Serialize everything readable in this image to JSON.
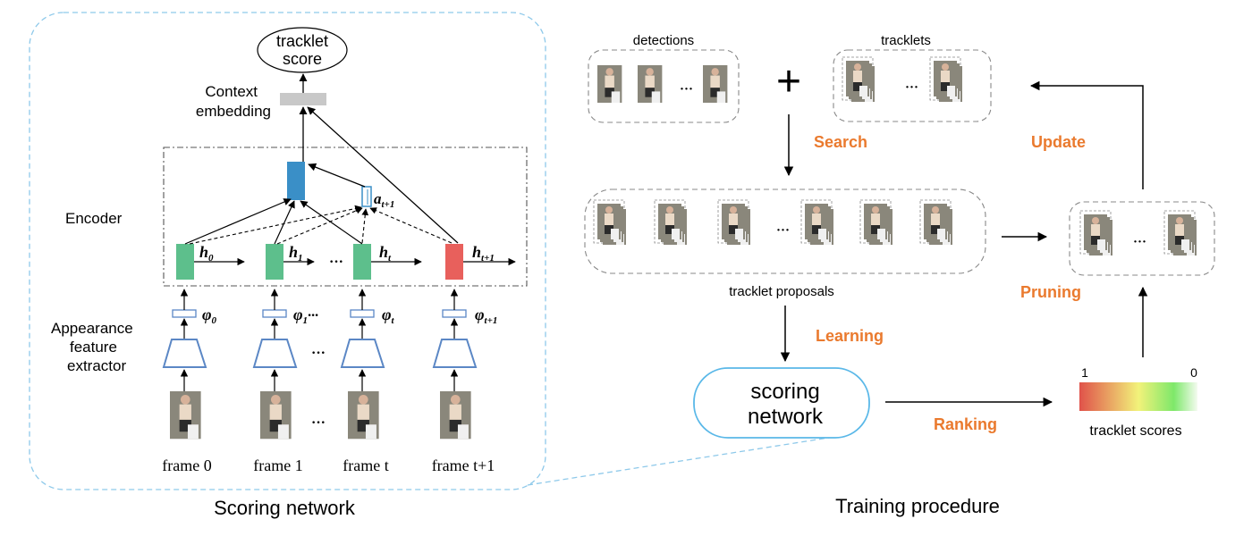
{
  "scoring_network": {
    "title": "Scoring network",
    "output_node": {
      "line1": "tracklet",
      "line2": "score"
    },
    "context_label": {
      "line1": "Context",
      "line2": "embedding"
    },
    "encoder_label": "Encoder",
    "appearance_label": {
      "line1": "Appearance",
      "line2": "feature",
      "line3": "extractor"
    },
    "hidden_states": [
      {
        "base": "h",
        "sub": "0"
      },
      {
        "base": "h",
        "sub": "1"
      },
      {
        "base": "h",
        "sub": "t"
      },
      {
        "base": "h",
        "sub": "t+1"
      }
    ],
    "attention": {
      "base": "a",
      "sub": "t+1"
    },
    "features": [
      {
        "base": "φ",
        "sub": "0"
      },
      {
        "base": "φ",
        "sub": "1"
      },
      {
        "base": "φ",
        "sub": "t"
      },
      {
        "base": "φ",
        "sub": "t+1"
      }
    ],
    "ellipsis": "···",
    "frames": [
      "frame 0",
      "frame 1",
      "frame t",
      "frame t+1"
    ]
  },
  "training": {
    "title": "Training procedure",
    "detections_label": "detections",
    "tracklets_label": "tracklets",
    "plus_sign": "+",
    "search_label": "Search",
    "update_label": "Update",
    "proposals_label": "tracklet proposals",
    "learning_label": "Learning",
    "pruning_label": "Pruning",
    "ranking_label": "Ranking",
    "scoring_box": {
      "line1": "scoring",
      "line2": "network"
    },
    "score_scale": {
      "high": "1",
      "low": "0",
      "label": "tracklet scores"
    },
    "ellipsis": "···"
  },
  "colors": {
    "hidden_green": "#5dbf8c",
    "hidden_red": "#e8605c",
    "context_blue": "#3a8fc7",
    "context_gray": "#c8c8c8",
    "extractor_blue": "#5b87c5",
    "link_blue": "#5ab8e8",
    "step_orange": "#ea7a2e",
    "scale_red": "#e0524a",
    "scale_yellow": "#f2f27a",
    "scale_green": "#7ee86a"
  }
}
